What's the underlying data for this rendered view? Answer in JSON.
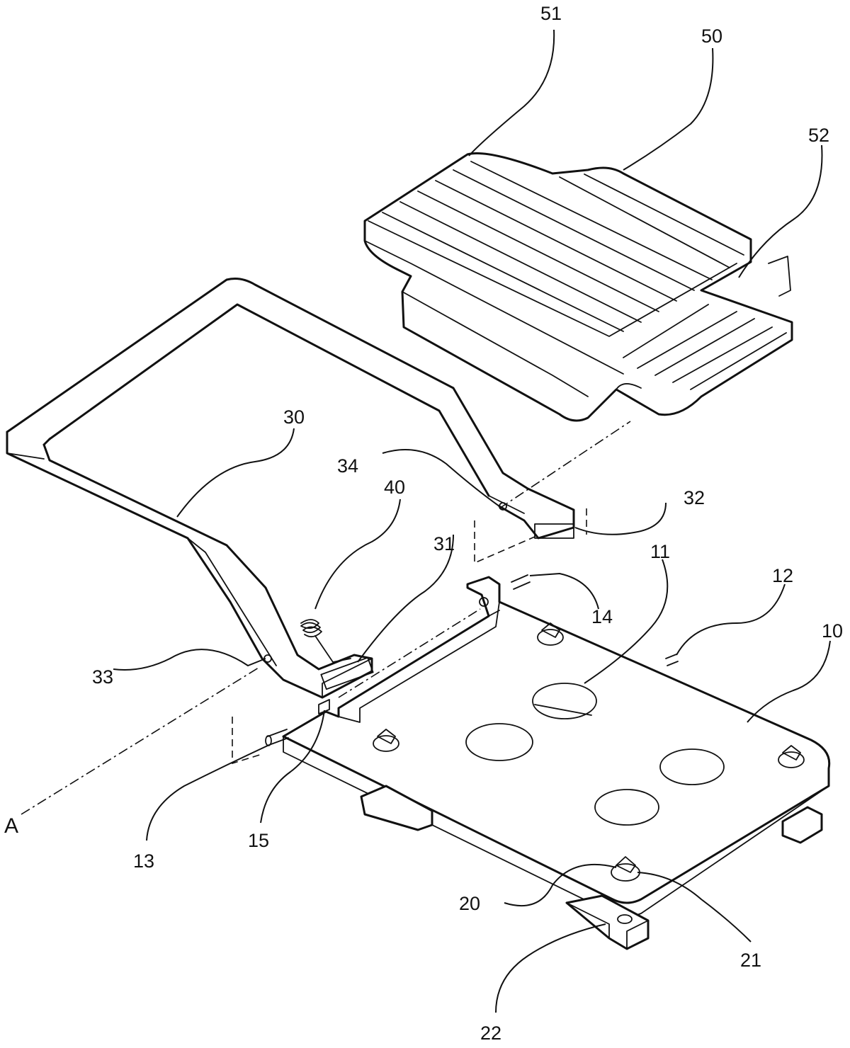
{
  "labels": {
    "l51": "51",
    "l50": "50",
    "l52": "52",
    "l30": "30",
    "l34": "34",
    "l40": "40",
    "l32": "32",
    "l31": "31",
    "l11": "11",
    "l12": "12",
    "l10": "10",
    "l14": "14",
    "l33": "33",
    "l13": "13",
    "l15": "15",
    "l20": "20",
    "l21": "21",
    "l22": "22",
    "axis": "A"
  }
}
